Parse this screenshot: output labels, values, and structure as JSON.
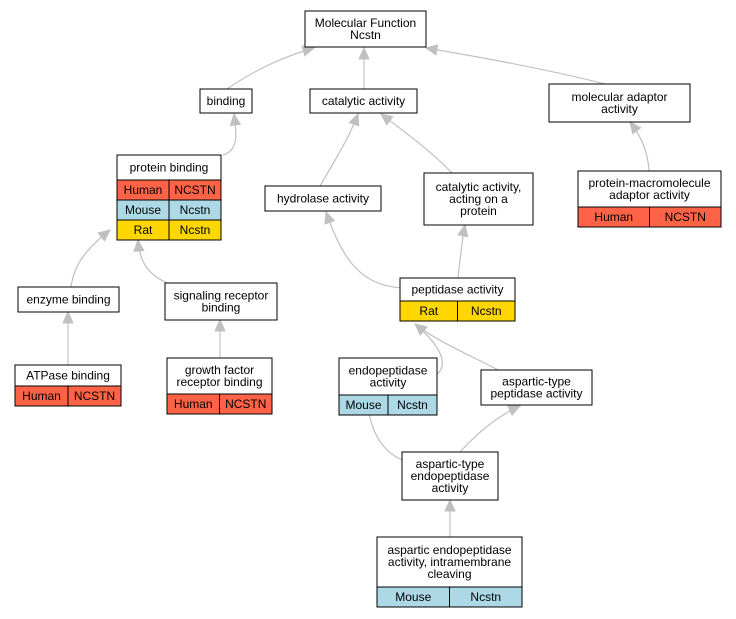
{
  "colors": {
    "edge": "#c0c0c0",
    "Human": "#ff6347",
    "Mouse": "#add8e6",
    "Rat": "#ffd700"
  },
  "nodes": {
    "mf_ncstn": {
      "lines": [
        "Molecular Function",
        "Ncstn"
      ],
      "rows": []
    },
    "binding": {
      "lines": [
        "binding"
      ],
      "rows": []
    },
    "catalytic_activity": {
      "lines": [
        "catalytic activity"
      ],
      "rows": []
    },
    "molecular_adaptor_activity": {
      "lines": [
        "molecular adaptor",
        "activity"
      ],
      "rows": []
    },
    "protein_binding": {
      "lines": [
        "protein binding"
      ],
      "rows": [
        {
          "species": "Human",
          "gene": "NCSTN"
        },
        {
          "species": "Mouse",
          "gene": "Ncstn"
        },
        {
          "species": "Rat",
          "gene": "Ncstn"
        }
      ]
    },
    "hydrolase_activity": {
      "lines": [
        "hydrolase activity"
      ],
      "rows": []
    },
    "catalytic_acting_on_protein": {
      "lines": [
        "catalytic activity,",
        "acting on a",
        "protein"
      ],
      "rows": []
    },
    "protein_macromolecule_adaptor": {
      "lines": [
        "protein-macromolecule",
        "adaptor activity"
      ],
      "rows": [
        {
          "species": "Human",
          "gene": "NCSTN"
        }
      ]
    },
    "enzyme_binding": {
      "lines": [
        "enzyme binding"
      ],
      "rows": []
    },
    "signaling_receptor_binding": {
      "lines": [
        "signaling receptor",
        "binding"
      ],
      "rows": []
    },
    "peptidase_activity": {
      "lines": [
        "peptidase activity"
      ],
      "rows": [
        {
          "species": "Rat",
          "gene": "Ncstn"
        }
      ]
    },
    "atpase_binding": {
      "lines": [
        "ATPase binding"
      ],
      "rows": [
        {
          "species": "Human",
          "gene": "NCSTN"
        }
      ]
    },
    "growth_factor_receptor_binding": {
      "lines": [
        "growth factor",
        "receptor binding"
      ],
      "rows": [
        {
          "species": "Human",
          "gene": "NCSTN"
        }
      ]
    },
    "endopeptidase_activity": {
      "lines": [
        "endopeptidase",
        "activity"
      ],
      "rows": [
        {
          "species": "Mouse",
          "gene": "Ncstn"
        }
      ]
    },
    "aspartic_type_peptidase": {
      "lines": [
        "aspartic-type",
        "peptidase activity"
      ],
      "rows": []
    },
    "aspartic_type_endopeptidase": {
      "lines": [
        "aspartic-type",
        "endopeptidase",
        "activity"
      ],
      "rows": []
    },
    "aspartic_endopeptidase_intramembrane": {
      "lines": [
        "aspartic endopeptidase",
        "activity, intramembrane",
        "cleaving"
      ],
      "rows": [
        {
          "species": "Mouse",
          "gene": "Ncstn"
        }
      ]
    }
  },
  "edges": [
    {
      "from": "binding",
      "to": "mf_ncstn"
    },
    {
      "from": "catalytic_activity",
      "to": "mf_ncstn"
    },
    {
      "from": "molecular_adaptor_activity",
      "to": "mf_ncstn"
    },
    {
      "from": "protein_binding",
      "to": "binding"
    },
    {
      "from": "hydrolase_activity",
      "to": "catalytic_activity"
    },
    {
      "from": "catalytic_acting_on_protein",
      "to": "catalytic_activity"
    },
    {
      "from": "protein_macromolecule_adaptor",
      "to": "molecular_adaptor_activity"
    },
    {
      "from": "enzyme_binding",
      "to": "protein_binding"
    },
    {
      "from": "signaling_receptor_binding",
      "to": "protein_binding"
    },
    {
      "from": "peptidase_activity",
      "to": "hydrolase_activity"
    },
    {
      "from": "peptidase_activity",
      "to": "catalytic_acting_on_protein"
    },
    {
      "from": "atpase_binding",
      "to": "enzyme_binding"
    },
    {
      "from": "growth_factor_receptor_binding",
      "to": "signaling_receptor_binding"
    },
    {
      "from": "endopeptidase_activity",
      "to": "peptidase_activity"
    },
    {
      "from": "aspartic_type_peptidase",
      "to": "peptidase_activity"
    },
    {
      "from": "aspartic_type_endopeptidase",
      "to": "endopeptidase_activity"
    },
    {
      "from": "aspartic_type_endopeptidase",
      "to": "aspartic_type_peptidase"
    },
    {
      "from": "aspartic_endopeptidase_intramembrane",
      "to": "aspartic_type_endopeptidase"
    }
  ]
}
